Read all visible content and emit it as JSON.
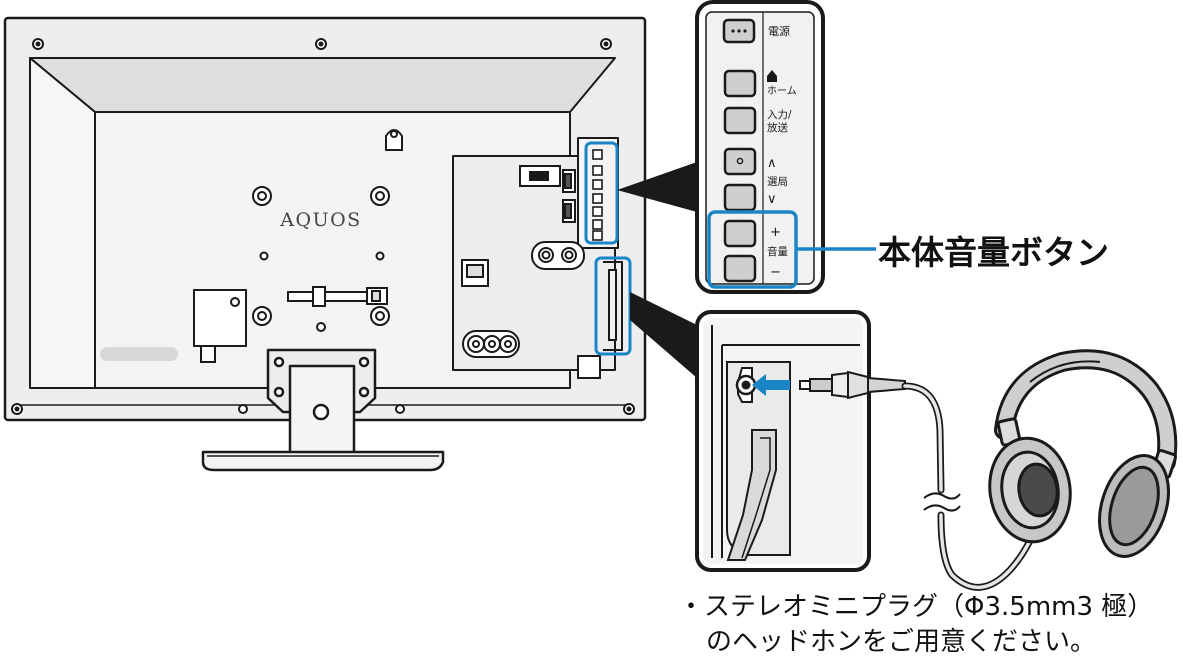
{
  "tv": {
    "logo": "AQUOS"
  },
  "panel": {
    "buttons": [
      {
        "name": "power",
        "label": "電源"
      },
      {
        "name": "home",
        "label": "ホーム"
      },
      {
        "name": "input",
        "label_line1": "入力/",
        "label_line2": "放送"
      },
      {
        "name": "channel-up",
        "label": "∧"
      },
      {
        "name": "channel-label",
        "label": "選局"
      },
      {
        "name": "channel-down",
        "label": "∨"
      },
      {
        "name": "volume-plus",
        "label": "+"
      },
      {
        "name": "volume-label",
        "label": "音量"
      },
      {
        "name": "volume-minus",
        "label": "−"
      }
    ]
  },
  "callout": {
    "text": "本体音量ボタン"
  },
  "note": {
    "line1": "・ステレオミニプラグ（Φ3.5mm3 極）",
    "line2": "のヘッドホンをご用意ください。"
  },
  "colors": {
    "highlight": "#1a85c6",
    "outline": "#1a1a1a",
    "body": "#eeeeee",
    "dark": "#444444"
  },
  "icons": [
    "home-icon",
    "arrow-right-icon",
    "headphones-icon",
    "cable-break-icon"
  ]
}
